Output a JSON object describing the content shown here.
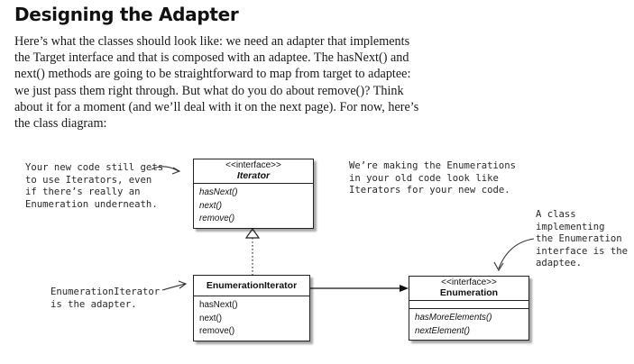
{
  "heading": "Designing the Adapter",
  "paragraph": [
    "Here’s what the classes should look like: we need an adapter that implements",
    "the Target interface and that is composed with an adaptee.  The hasNext() and",
    "next() methods are going to be straightforward to map from target to adaptee:",
    "we just pass them right through.  But what do you do about remove()?  Think",
    "about it for a moment (and we’ll deal with it on the next page).  For now, here’s",
    "the class diagram:"
  ],
  "notes": {
    "left_top": [
      "Your new code still gets",
      "to use Iterators, even",
      "if there’s really an",
      "Enumeration underneath."
    ],
    "middle_top": [
      "We’re making the Enumerations",
      "in your old code look like",
      "Iterators for your new code."
    ],
    "right": [
      "A class",
      "implementing",
      "the Enumeration",
      "interface is the",
      "adaptee."
    ],
    "left_bottom": [
      "EnumerationIterator",
      "is the adapter."
    ]
  },
  "classes": {
    "iterator": {
      "stereotype": "<<interface>>",
      "name": "Iterator",
      "methods": [
        "hasNext()",
        "next()",
        "remove()"
      ]
    },
    "enum_iterator": {
      "name": "EnumerationIterator",
      "methods": [
        "hasNext()",
        "next()",
        "remove()"
      ]
    },
    "enumeration": {
      "stereotype": "<<interface>>",
      "name": "Enumeration",
      "methods": [
        "hasMoreElements()",
        "nextElement()"
      ]
    }
  }
}
